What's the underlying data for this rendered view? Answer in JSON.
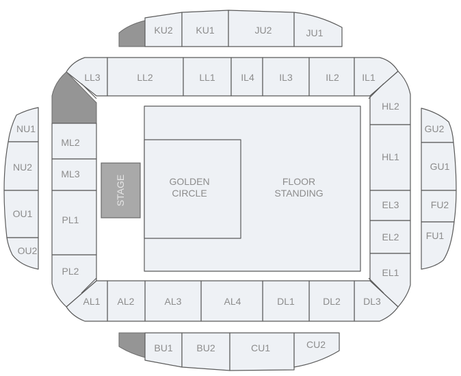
{
  "stage_label": "STAGE",
  "golden_circle": [
    "GOLDEN",
    "CIRCLE"
  ],
  "floor_standing": [
    "FLOOR",
    "STANDING"
  ],
  "sections": {
    "ku2": "KU2",
    "ku1": "KU1",
    "ju2": "JU2",
    "ju1": "JU1",
    "ll3": "LL3",
    "ll2": "LL2",
    "ll1": "LL1",
    "il4": "IL4",
    "il3": "IL3",
    "il2": "IL2",
    "il1": "IL1",
    "hl2": "HL2",
    "hl1": "HL1",
    "el3": "EL3",
    "el2": "EL2",
    "el1": "EL1",
    "gu2": "GU2",
    "gu1": "GU1",
    "fu2": "FU2",
    "fu1": "FU1",
    "nu1": "NU1",
    "nu2": "NU2",
    "ou1": "OU1",
    "ou2": "OU2",
    "ml2": "ML2",
    "ml3": "ML3",
    "pl1": "PL1",
    "pl2": "PL2",
    "al1": "AL1",
    "al2": "AL2",
    "al3": "AL3",
    "al4": "AL4",
    "dl1": "DL1",
    "dl2": "DL2",
    "dl3": "DL3",
    "bu1": "BU1",
    "bu2": "BU2",
    "cu1": "CU1",
    "cu2": "CU2"
  },
  "colors": {
    "section_fill": "#eef1f5",
    "outline": "#5a5a5a",
    "label": "#8c8c8c",
    "stage_fill": "#a9a9a9",
    "unavailable_fill": "#959595"
  }
}
